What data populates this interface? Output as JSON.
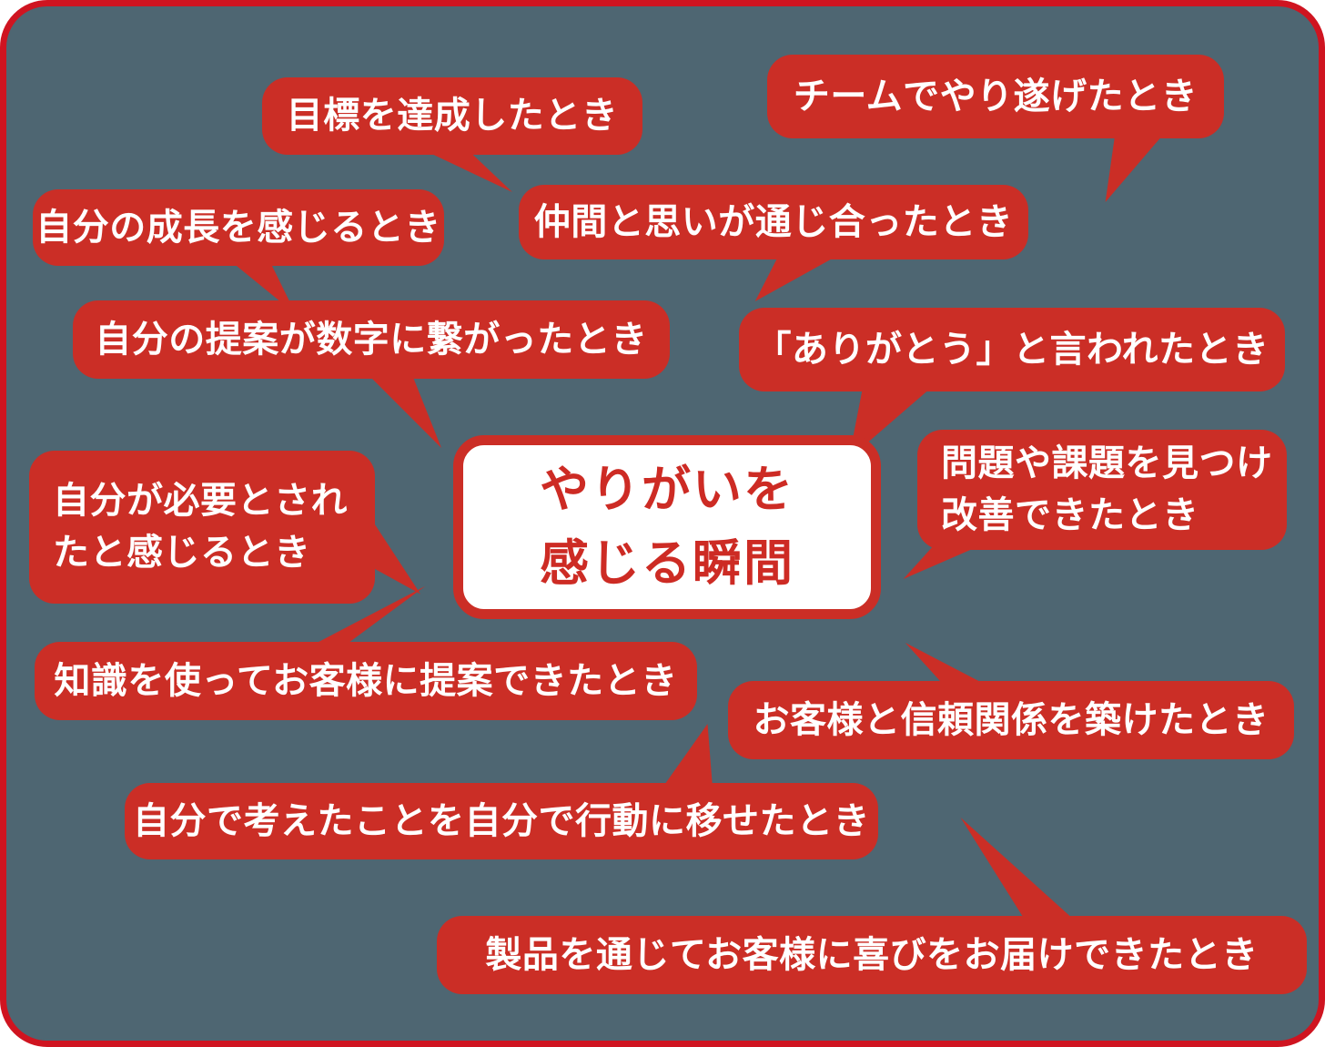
{
  "colors": {
    "background": "#4e6672",
    "bubble_red": "#cb2e26",
    "frame_red": "#cf1420",
    "bubble_text": "#ffffff",
    "center_text": "#cd2b24",
    "center_bg": "#ffffff"
  },
  "center": {
    "line1": "やりがいを",
    "line2": "感じる瞬間"
  },
  "bubbles": [
    {
      "id": "goal",
      "lines": [
        "目標を達成したとき"
      ]
    },
    {
      "id": "team",
      "lines": [
        "チームでやり遂げたとき"
      ]
    },
    {
      "id": "growth",
      "lines": [
        "自分の成長を感じるとき"
      ]
    },
    {
      "id": "nakama",
      "lines": [
        "仲間と思いが通じ合ったとき"
      ]
    },
    {
      "id": "teian",
      "lines": [
        "自分の提案が数字に繋がったとき"
      ]
    },
    {
      "id": "arigato",
      "lines": [
        "「ありがとう」と言われたとき"
      ]
    },
    {
      "id": "hitsuyou",
      "lines": [
        "自分が必要とされ",
        "たと感じるとき"
      ]
    },
    {
      "id": "mondai",
      "lines": [
        "問題や課題を見つけ",
        "改善できたとき"
      ]
    },
    {
      "id": "chishiki",
      "lines": [
        "知識を使ってお客様に提案できたとき"
      ]
    },
    {
      "id": "shinrai",
      "lines": [
        "お客様と信頼関係を築けたとき"
      ]
    },
    {
      "id": "kangaeta",
      "lines": [
        "自分で考えたことを自分で行動に移せたとき"
      ]
    },
    {
      "id": "seihin",
      "lines": [
        "製品を通じてお客様に喜びをお届けできたとき"
      ]
    }
  ]
}
